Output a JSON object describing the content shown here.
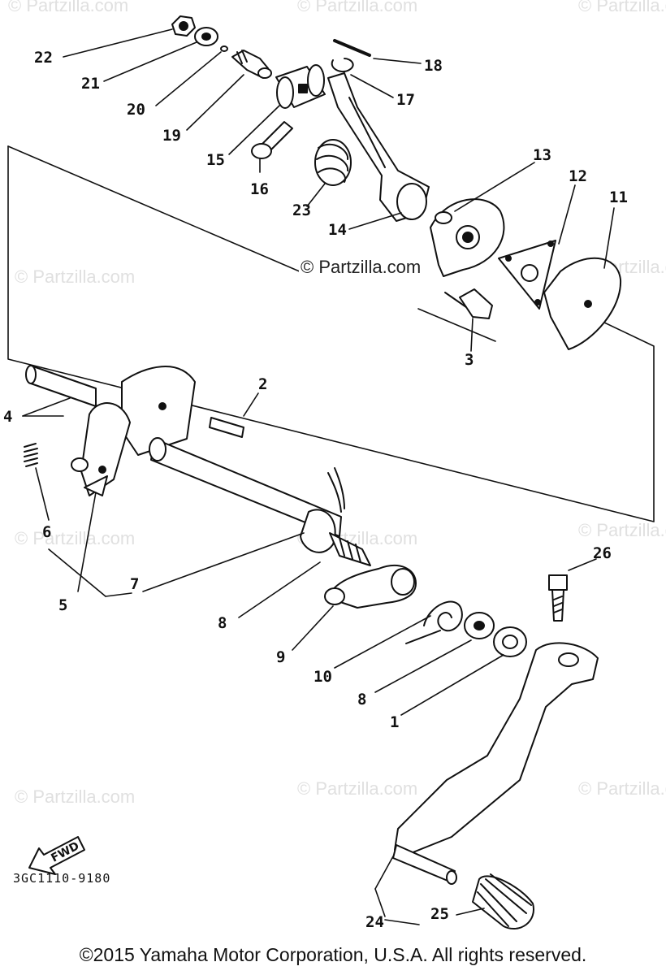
{
  "watermarks": {
    "text": "© Partzilla.com",
    "count": 11
  },
  "center_watermark": "© Partzilla.com",
  "part_numbers": [
    "22",
    "21",
    "20",
    "19",
    "18",
    "17",
    "15",
    "16",
    "23",
    "14",
    "13",
    "12",
    "11",
    "3",
    "2",
    "4",
    "6",
    "5",
    "7",
    "8",
    "9",
    "10",
    "8",
    "1",
    "26",
    "24",
    "25"
  ],
  "fwd_label": "FWD",
  "diagram_code": "3GC1110-9180",
  "copyright": "©2015 Yamaha Motor Corporation, U.S.A. All rights reserved.",
  "colors": {
    "ink": "#111111",
    "watermark": "#e0e0e0",
    "background": "#ffffff"
  }
}
